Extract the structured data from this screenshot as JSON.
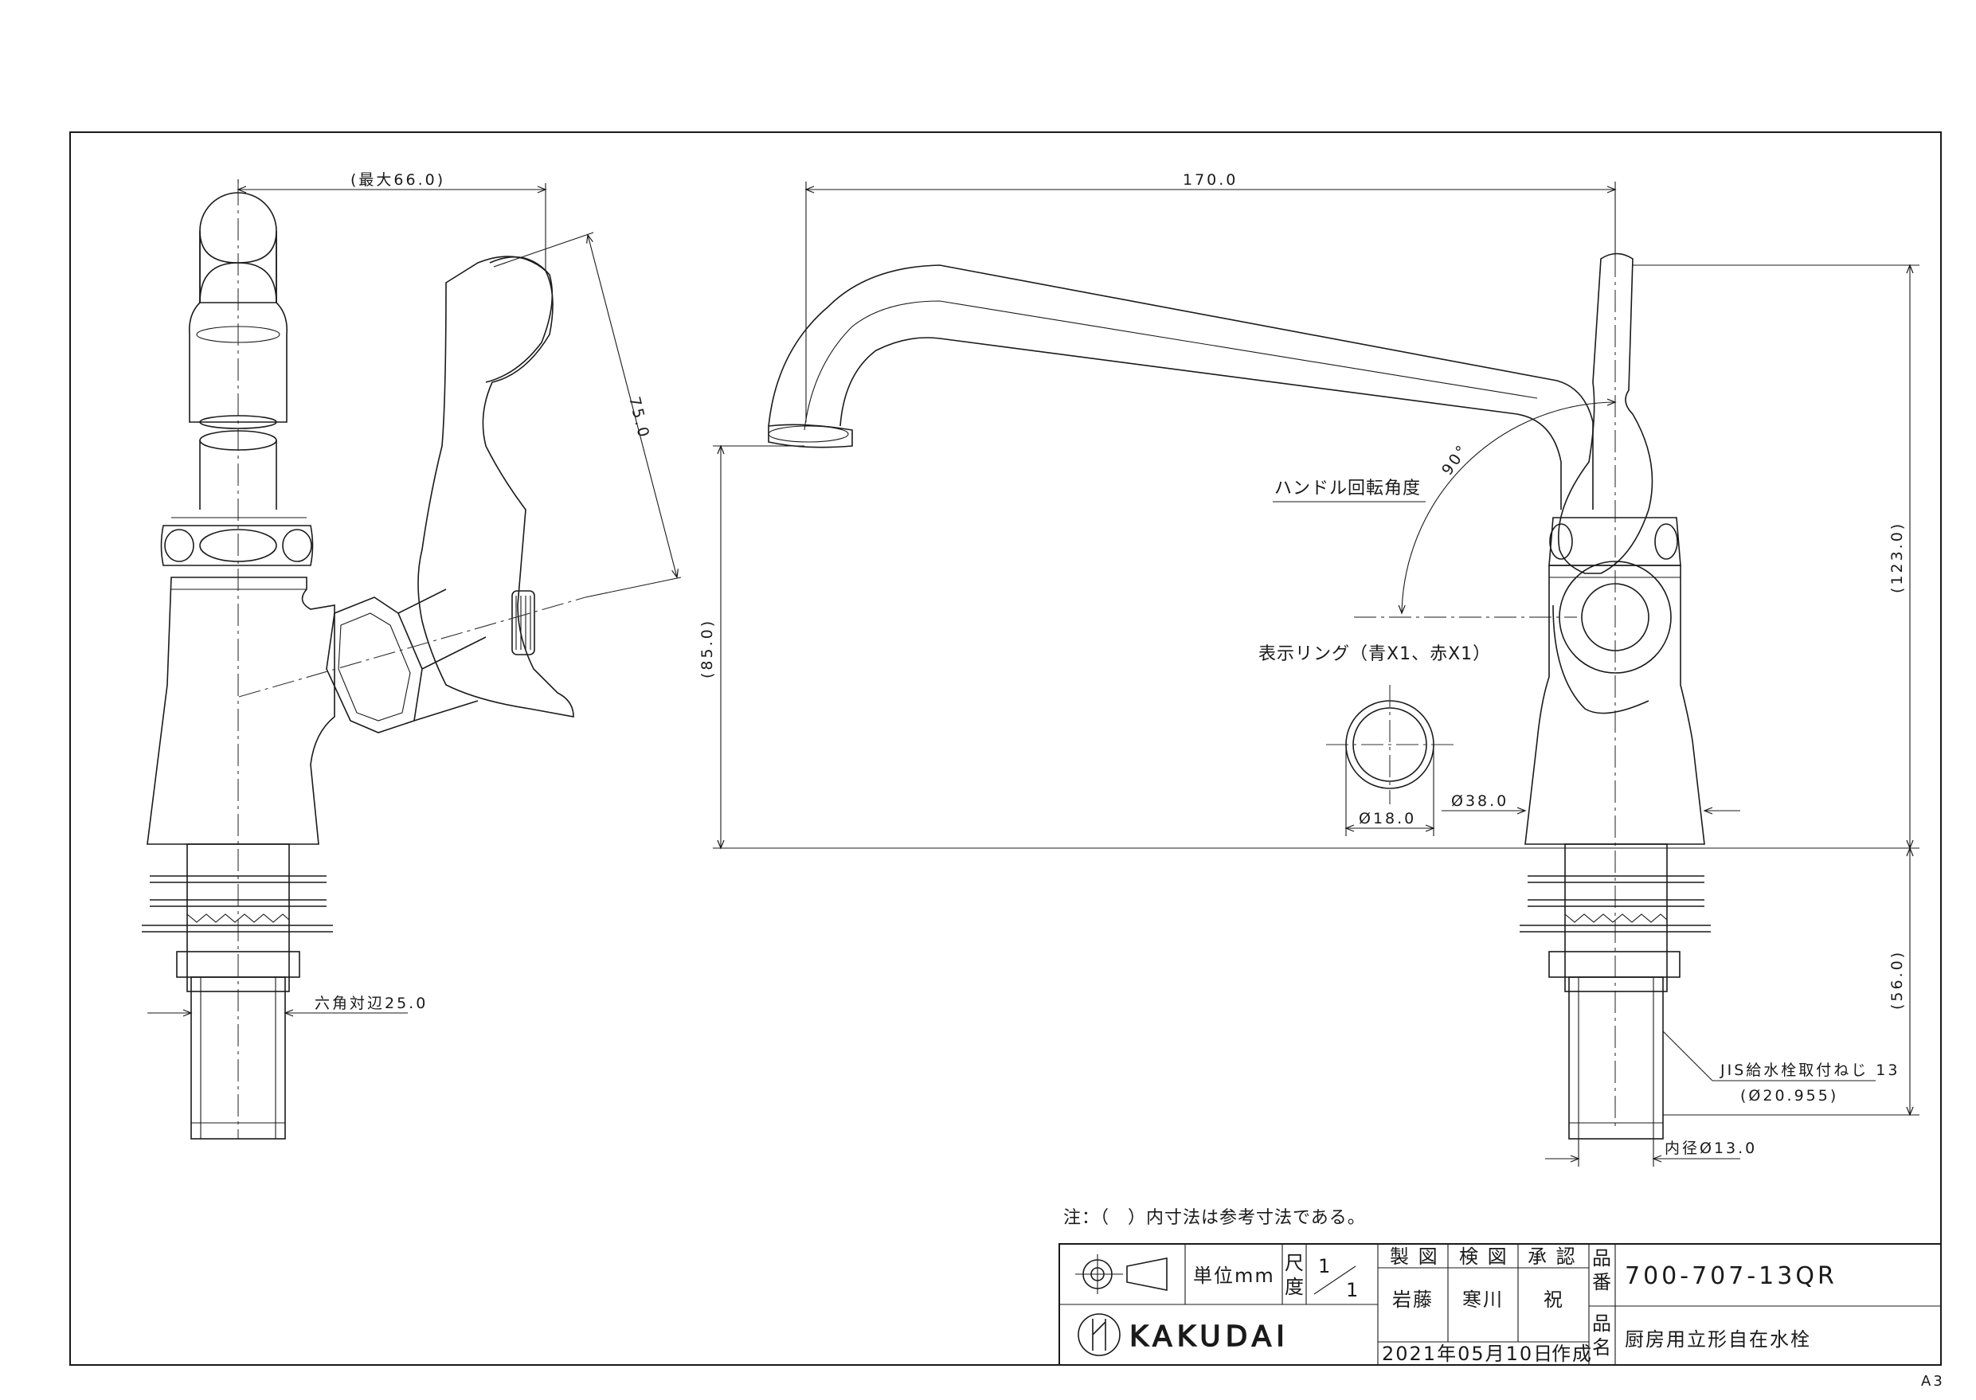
{
  "drawing": {
    "dims": {
      "max_width": "(最大66.0)",
      "handle_len": "75.0",
      "hex": "六角対辺25.0",
      "spout_len": "170.0",
      "spout_height": "(85.0)",
      "overall_height": "(123.0)",
      "shank_len": "(56.0)",
      "ring_dia": "Ø18.0",
      "base_dia": "Ø38.0",
      "inner_dia": "内径Ø13.0",
      "angle": "90°"
    },
    "labels": {
      "rotation": "ハンドル回転角度",
      "ring": "表示リング（青X1、赤X1）",
      "thread": "JIS給水栓取付ねじ 13",
      "thread_sub": "(Ø20.955)"
    },
    "note": "注：（　）内寸法は参考寸法である。"
  },
  "title_block": {
    "unit": "単位mm",
    "scale_label_1": "尺",
    "scale_label_2": "度",
    "scale_num": "1",
    "scale_den": "1",
    "made_label": "製 図",
    "check_label": "検 図",
    "approve_label": "承 認",
    "made_by": "岩藤",
    "checked_by": "寒川",
    "approved_by": "祝",
    "date": "2021年05月10日",
    "date_suffix": "作成",
    "part_no_label_1": "品",
    "part_no_label_2": "番",
    "part_no": "700-707-13QR",
    "name_label_1": "品",
    "name_label_2": "名",
    "product_name": "厨房用立形自在水栓",
    "logo": "KAKUDAI"
  },
  "sheet_size": "A3"
}
